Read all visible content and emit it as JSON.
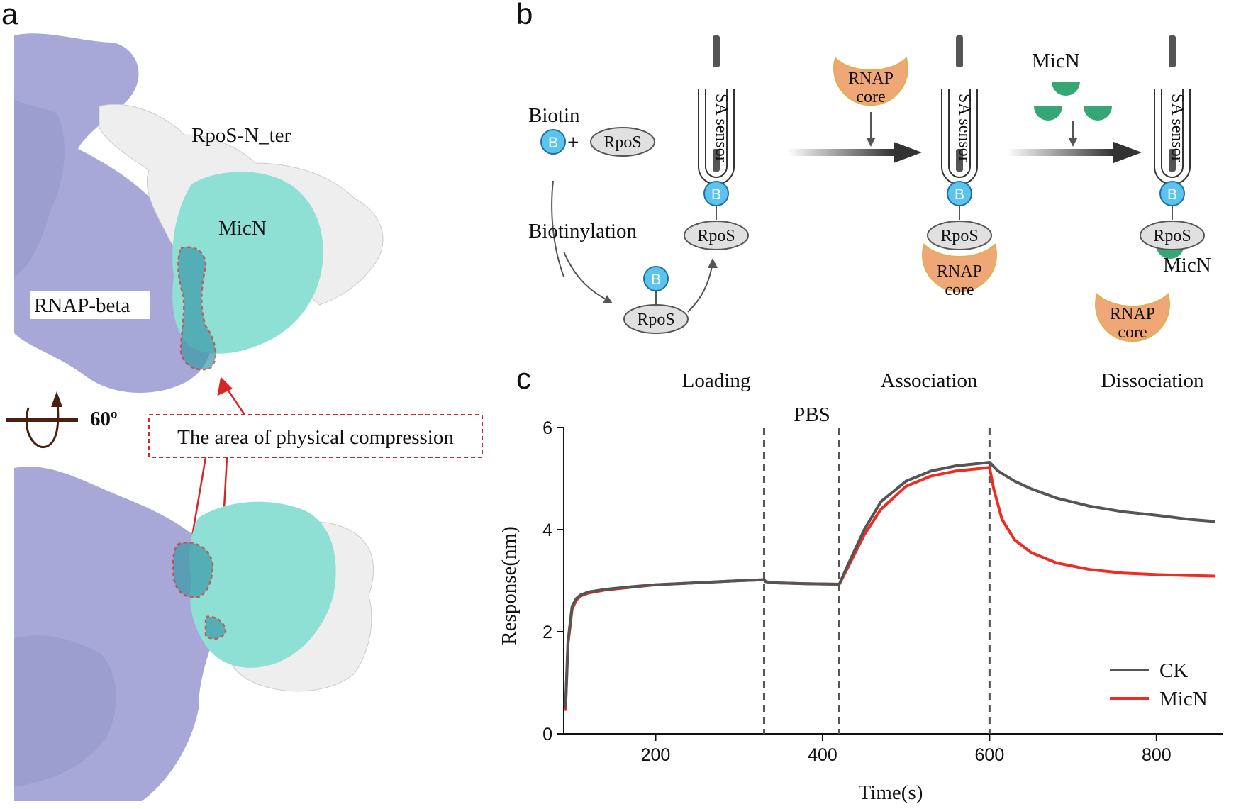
{
  "panel_labels": {
    "a": "a",
    "b": "b",
    "c": "c"
  },
  "panel_a": {
    "rpos_label": "RpoS-N_ter",
    "micn_label": "MicN",
    "rnap_beta_label": "RNAP-beta",
    "rotation_label": "60º",
    "compression_label": "The area of physical compression"
  },
  "panel_b": {
    "biotin": "Biotin",
    "b_glyph": "B",
    "plus": "+",
    "rpos": "RpoS",
    "biotinylation": "Biotinylation",
    "sensor": "SA sensor",
    "rnap_core_line1": "RNAP",
    "rnap_core_line2": "core",
    "micn": "MicN",
    "steps": [
      "Loading",
      "Association",
      "Dissociation"
    ]
  },
  "colors": {
    "protein_purple": "#a7a8d8",
    "micn_teal": "#8fe0d4",
    "rpos_white": "#eeeeee",
    "compression_red": "#d62728",
    "biotin_blue": "#5bc3ec",
    "rnap_orange": "#f0a778",
    "micn_green": "#36a675",
    "ck_line": "#555555",
    "micn_line": "#ef2b23"
  },
  "chart_data": {
    "type": "line",
    "annotation": "PBS",
    "xlabel": "Time(s)",
    "ylabel": "Response(nm)",
    "xlim": [
      90,
      880
    ],
    "ylim": [
      0,
      6
    ],
    "xticks": [
      200,
      400,
      600,
      800
    ],
    "yticks": [
      0,
      2,
      4,
      6
    ],
    "vlines": [
      330,
      420,
      600
    ],
    "legend": "bottom-right",
    "series": [
      {
        "name": "CK",
        "color": "#555555",
        "x": [
          92,
          95,
          100,
          105,
          110,
          120,
          140,
          170,
          200,
          250,
          300,
          330,
          332,
          340,
          380,
          420,
          430,
          450,
          470,
          500,
          530,
          560,
          590,
          600,
          610,
          630,
          650,
          680,
          720,
          760,
          800,
          840,
          870
        ],
        "y": [
          0.5,
          1.8,
          2.5,
          2.65,
          2.72,
          2.78,
          2.83,
          2.88,
          2.92,
          2.96,
          3.0,
          3.02,
          2.98,
          2.96,
          2.94,
          2.93,
          3.3,
          4.0,
          4.55,
          4.95,
          5.15,
          5.25,
          5.3,
          5.32,
          5.15,
          4.95,
          4.8,
          4.62,
          4.46,
          4.35,
          4.28,
          4.2,
          4.16
        ]
      },
      {
        "name": "MicN",
        "color": "#ef2b23",
        "x": [
          92,
          95,
          100,
          105,
          110,
          120,
          140,
          170,
          200,
          250,
          300,
          330,
          332,
          340,
          380,
          420,
          430,
          450,
          470,
          500,
          530,
          560,
          590,
          600,
          605,
          615,
          630,
          650,
          680,
          720,
          760,
          800,
          840,
          870
        ],
        "y": [
          0.45,
          1.75,
          2.45,
          2.62,
          2.7,
          2.76,
          2.82,
          2.87,
          2.92,
          2.96,
          3.0,
          3.02,
          2.98,
          2.96,
          2.94,
          2.93,
          3.25,
          3.9,
          4.4,
          4.85,
          5.05,
          5.15,
          5.2,
          5.22,
          4.8,
          4.2,
          3.8,
          3.55,
          3.35,
          3.22,
          3.15,
          3.12,
          3.1,
          3.09
        ]
      }
    ]
  }
}
